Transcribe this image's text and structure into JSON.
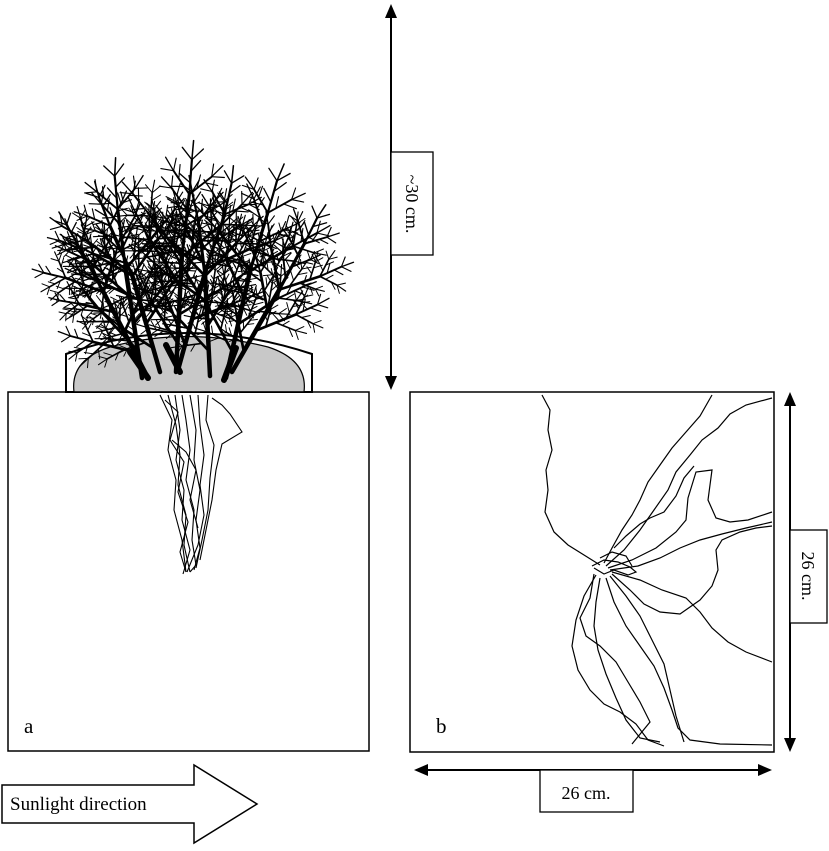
{
  "labels": {
    "height": "~30 cm.",
    "panel_a": "a",
    "panel_b": "b",
    "width": "26 cm.",
    "depth": "26 cm.",
    "arrow": "Sunlight direction"
  },
  "colors": {
    "ink": "#000000",
    "pot_soil": "#c8c8c8",
    "background": "#ffffff"
  }
}
